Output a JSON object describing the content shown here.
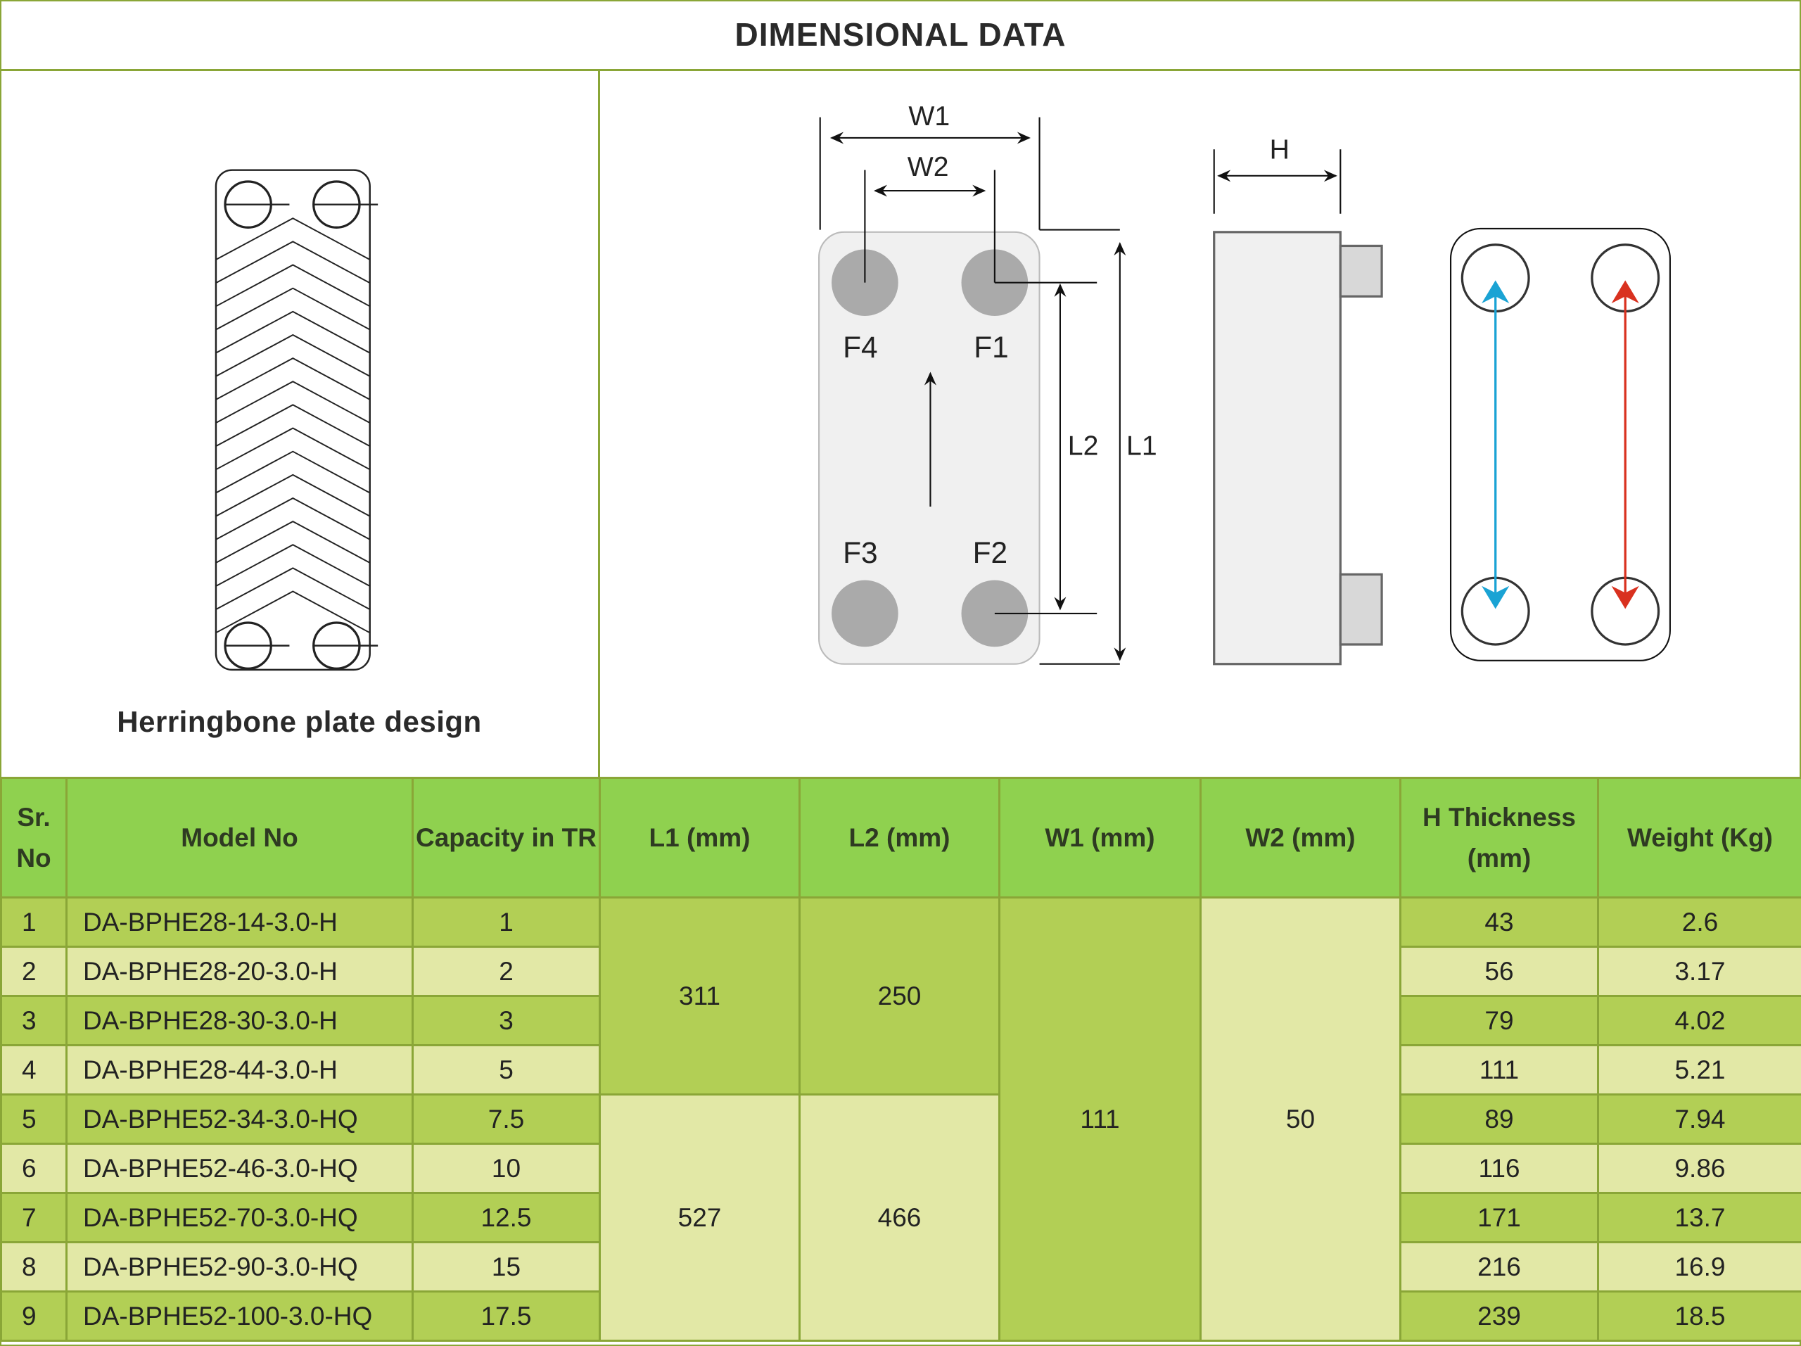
{
  "title": "DIMENSIONAL DATA",
  "caption": "Herringbone plate design",
  "diagram_labels": {
    "w1": "W1",
    "w2": "W2",
    "h": "H",
    "l1": "L1",
    "l2": "L2",
    "f1": "F1",
    "f2": "F2",
    "f3": "F3",
    "f4": "F4"
  },
  "colors": {
    "header": "#8fd14f",
    "row_dark": "#b2cf55",
    "row_light": "#e2e8a6",
    "border": "#8aa637",
    "flow_blue": "#1aa3d4",
    "flow_red": "#d9311f"
  },
  "headers": [
    "Sr. No",
    "Model No",
    "Capacity in TR",
    "L1 (mm)",
    "L2 (mm)",
    "W1 (mm)",
    "W2 (mm)",
    "H Thickness (mm)",
    "Weight (Kg)"
  ],
  "rows": [
    {
      "sr": "1",
      "model": "DA-BPHE28-14-3.0-H",
      "cap": "1",
      "h": "43",
      "wt": "2.6"
    },
    {
      "sr": "2",
      "model": "DA-BPHE28-20-3.0-H",
      "cap": "2",
      "h": "56",
      "wt": "3.17"
    },
    {
      "sr": "3",
      "model": "DA-BPHE28-30-3.0-H",
      "cap": "3",
      "h": "79",
      "wt": "4.02"
    },
    {
      "sr": "4",
      "model": "DA-BPHE28-44-3.0-H",
      "cap": "5",
      "h": "111",
      "wt": "5.21"
    },
    {
      "sr": "5",
      "model": "DA-BPHE52-34-3.0-HQ",
      "cap": "7.5",
      "h": "89",
      "wt": "7.94"
    },
    {
      "sr": "6",
      "model": "DA-BPHE52-46-3.0-HQ",
      "cap": "10",
      "h": "116",
      "wt": "9.86"
    },
    {
      "sr": "7",
      "model": "DA-BPHE52-70-3.0-HQ",
      "cap": "12.5",
      "h": "171",
      "wt": "13.7"
    },
    {
      "sr": "8",
      "model": "DA-BPHE52-90-3.0-HQ",
      "cap": "15",
      "h": "216",
      "wt": "16.9"
    },
    {
      "sr": "9",
      "model": "DA-BPHE52-100-3.0-HQ",
      "cap": "17.5",
      "h": "239",
      "wt": "18.5"
    }
  ],
  "merged": {
    "l1_group1": "311",
    "l2_group1": "250",
    "l1_group2": "527",
    "l2_group2": "466",
    "w1_all": "111",
    "w2_all": "50"
  }
}
